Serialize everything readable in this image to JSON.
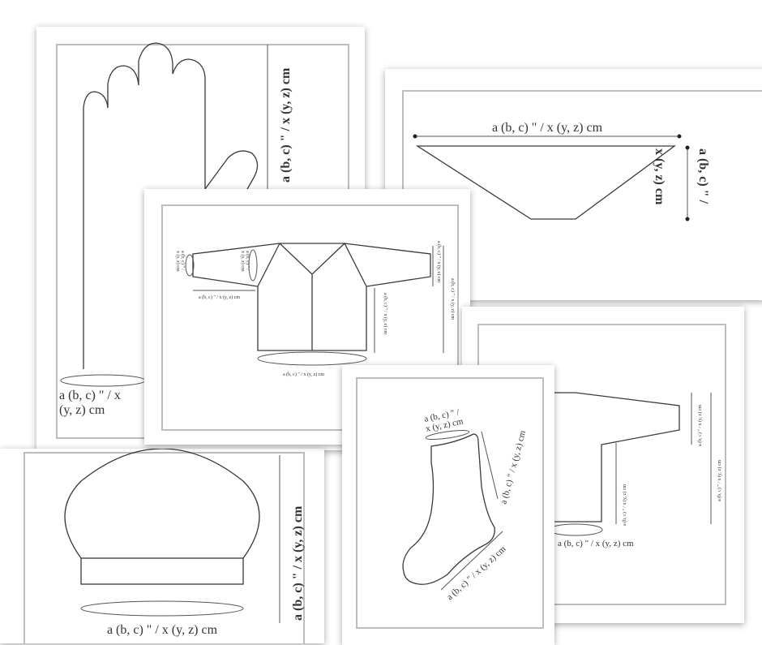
{
  "diagrams": {
    "glove": {
      "side_label": "a (b, c) \" / x (y, z) cm",
      "bottom_label": "a (b, c) \" / x (y, z) cm"
    },
    "shawl": {
      "top_label": "a (b, c) \" / x (y, z) cm",
      "side_label_line1": "a (b, c) \" /",
      "side_label_line2": "x (y, z) cm"
    },
    "hat": {
      "side_label": "a (b, c) \" / x (y, z) cm",
      "bottom_label": "a (b, c) \" / x (y, z) cm"
    },
    "cardigan": {
      "cuff_label_line1": "a (b, c) \" /",
      "cuff_label_line2": "x (y, z) cm",
      "upper_arm_label_line1": "a (b, c) \" /",
      "upper_arm_label_line2": "x (y, z) cm",
      "sleeve_length_label": "a (b, c) \" / x (y, z) cm",
      "hem_label": "a (b, c) \" / x (y, z) cm",
      "body_length_label": "a (b, c) \" / x (y, z) cm",
      "total_length_label": "a (b, c) \" / x (y, z) cm",
      "sleeve_width_label": "a (b, c) \" / x (y, z) cm"
    },
    "sweater": {
      "hem_label": "a (b, c) \" / x (y, z) cm",
      "body_length_label": "a (b, c) \" / x (y, z) cm",
      "sleeve_width_label": "a (b, c) \" / x (y, z) cm",
      "total_length_label": "a (b, c) \" / x (y, z) cm"
    },
    "sock": {
      "cuff_label_line1": "a (b, c) \" /",
      "cuff_label_line2": "x (y, z) cm",
      "leg_label": "a (b, c) \" / x (y, z) cm",
      "foot_label": "a (b, c) \" / x (y, z) cm"
    }
  }
}
